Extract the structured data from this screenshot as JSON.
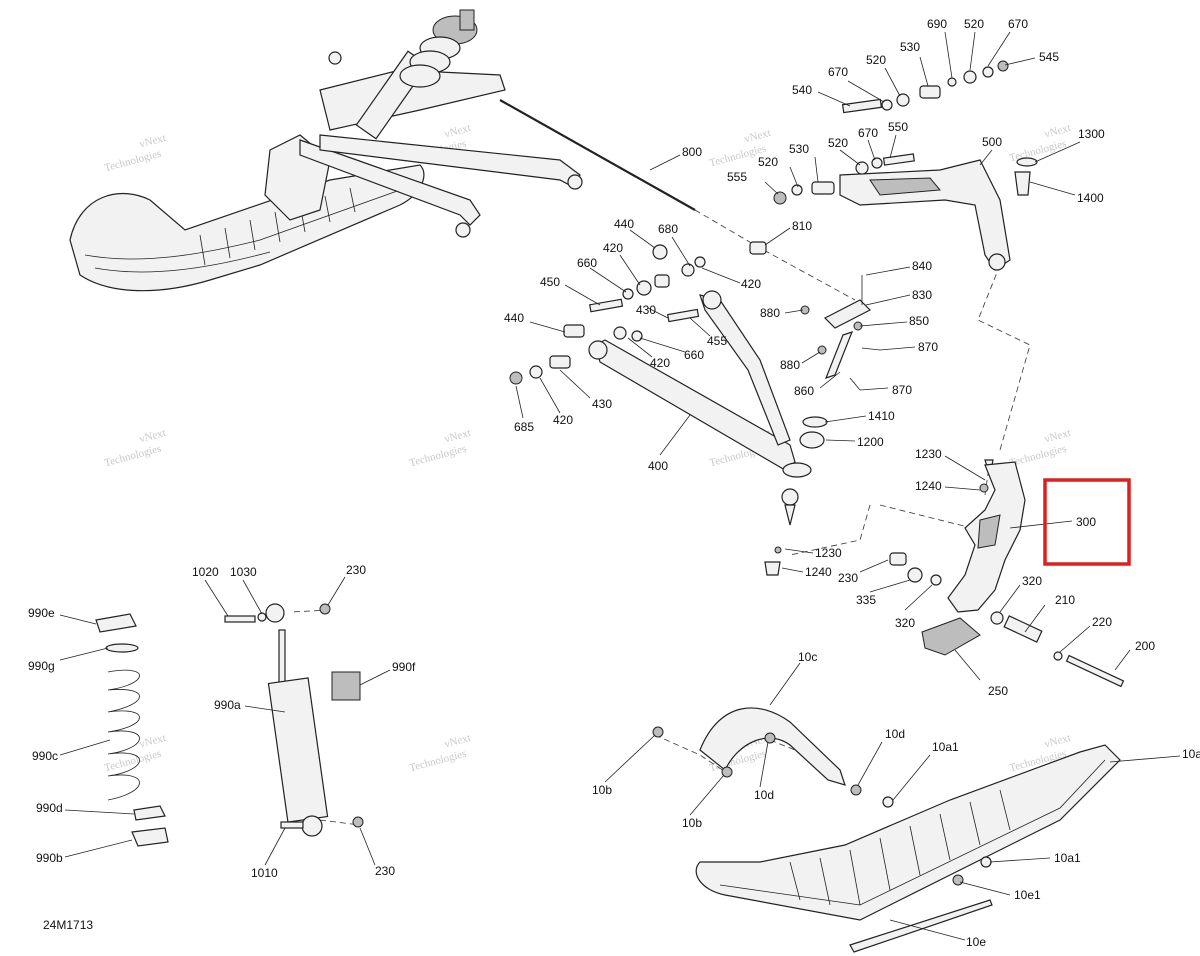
{
  "diagram_code": "24M1713",
  "watermark": {
    "line1": "vNext",
    "line2": "Technologies"
  },
  "highlight": {
    "color": "#d9221f",
    "target": "300"
  },
  "callouts": {
    "c690": "690",
    "c520a": "520",
    "c670a": "670",
    "c545": "545",
    "c530a": "530",
    "c520b": "520",
    "c670b": "670",
    "c540": "540",
    "c1300": "1300",
    "c500": "500",
    "c550": "550",
    "c670c": "670",
    "c520c": "520",
    "c530b": "530",
    "c520d": "520",
    "c800": "800",
    "c555": "555",
    "c1400": "1400",
    "c810": "810",
    "c440a": "440",
    "c680": "680",
    "c420a": "420",
    "c660a": "660",
    "c420b": "420",
    "c450": "450",
    "c840": "840",
    "c830": "830",
    "c880a": "880",
    "c430a": "430",
    "c850": "850",
    "c440b": "440",
    "c455": "455",
    "c420c": "420",
    "c660b": "660",
    "c880b": "880",
    "c870a": "870",
    "c860": "860",
    "c870b": "870",
    "c430b": "430",
    "c420d": "420",
    "c685": "685",
    "c1410": "1410",
    "c1200": "1200",
    "c400": "400",
    "c1230a": "1230",
    "c1240a": "1240",
    "c300": "300",
    "c1230b": "1230",
    "c1240b": "1240",
    "c230a": "230",
    "c335": "335",
    "c320a": "320",
    "c320b": "320",
    "c210": "210",
    "c220": "220",
    "c200": "200",
    "c250": "250",
    "c1020": "1020",
    "c1030": "1030",
    "c230b": "230",
    "c990e": "990e",
    "c990g": "990g",
    "c990f": "990f",
    "c990a": "990a",
    "c990c": "990c",
    "c990d": "990d",
    "c990b": "990b",
    "c1010": "1010",
    "c230c": "230",
    "c10c": "10c",
    "c10d": "10d",
    "c10a1a": "10a1",
    "c10a": "10a",
    "c10b": "10b",
    "c10dB": "10d",
    "c10bB": "10b",
    "c10a1b": "10a1",
    "c10e1": "10e1",
    "c10e": "10e"
  }
}
